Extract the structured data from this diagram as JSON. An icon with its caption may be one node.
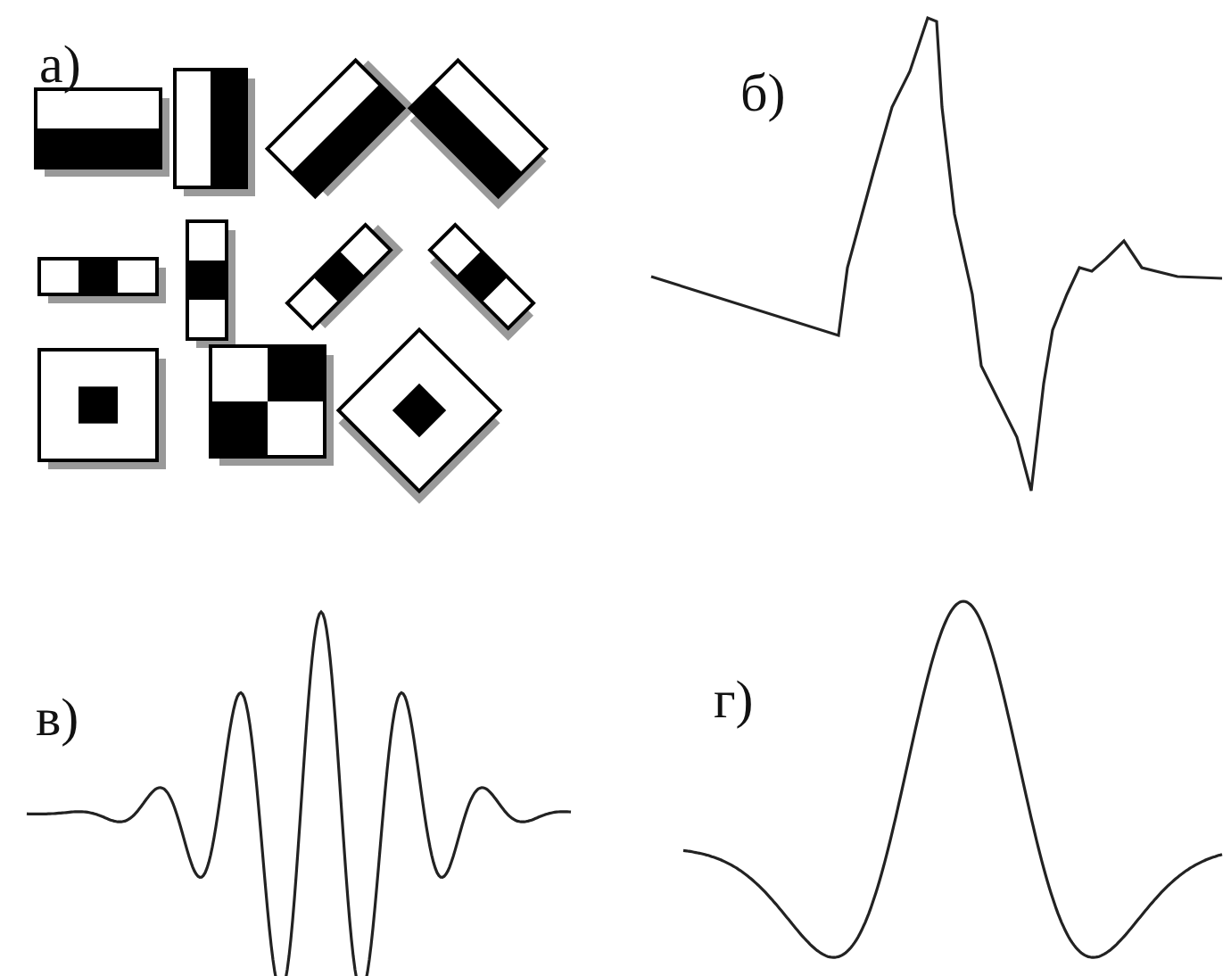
{
  "diagram": {
    "labels": [
      "а)",
      "б)",
      "в)",
      "г)"
    ]
  }
}
